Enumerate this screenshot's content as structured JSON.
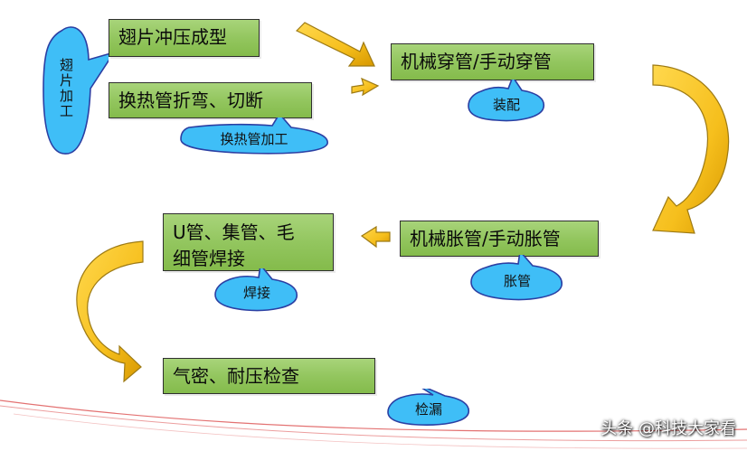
{
  "colors": {
    "box_fill": "#93c65f",
    "box_border": "#2f2f2f",
    "callout_fill": "#3fbef7",
    "callout_border": "#2b3fa3",
    "arrow_fill": "#f6bf1d",
    "arrow_stroke": "#9d7a14",
    "background_line": "#dc4f4f"
  },
  "left_group": {
    "callout_label": "翅片加工"
  },
  "step_1": {
    "label": "翅片冲压成型"
  },
  "step_2": {
    "label": "换热管折弯、切断",
    "callout_label": "换热管加工"
  },
  "step_3": {
    "label": "机械穿管/手动穿管",
    "callout_label": "装配"
  },
  "step_4": {
    "label": "机械胀管/手动胀管",
    "callout_label": "胀管"
  },
  "step_5": {
    "line_1": "U管、集管、毛",
    "line_2": "细管焊接",
    "callout_label": "焊接"
  },
  "step_6": {
    "label": "气密、耐压检查",
    "callout_label": "检漏"
  },
  "watermark": {
    "text": "头条 @科技大家看"
  }
}
